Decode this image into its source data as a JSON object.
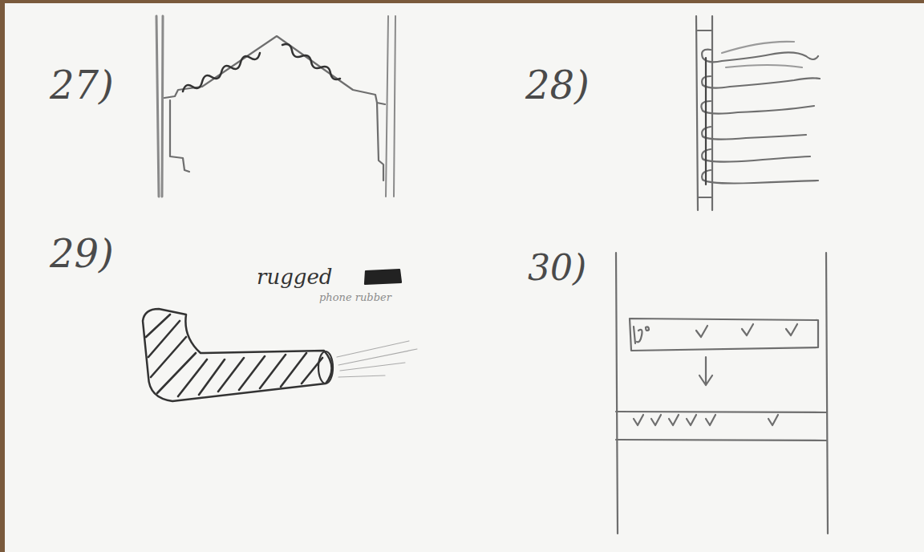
{
  "diagram": {
    "labels": [
      "27)",
      "28)",
      "29)",
      "30)",
      "rugged",
      "phone rubber"
    ]
  }
}
